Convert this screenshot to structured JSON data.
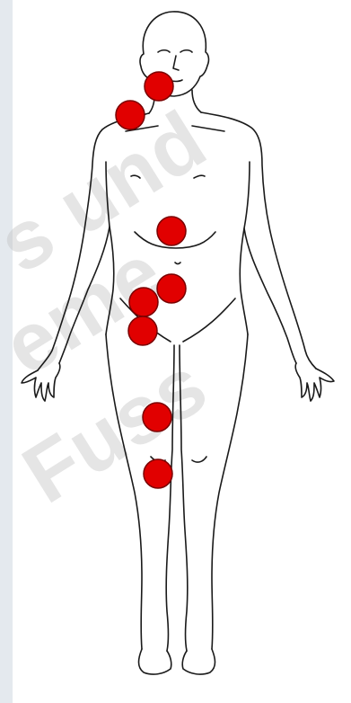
{
  "watermark": {
    "line1": "s und",
    "line2": "eme",
    "line3": "Fuss"
  },
  "colors": {
    "background": "#ffffff",
    "side_strip": "#e4e9ee",
    "outline": "#1a1a1a",
    "marker_fill": "#e10000",
    "marker_stroke": "#7a0000"
  },
  "markers": [
    {
      "name": "marker-jaw"
    },
    {
      "name": "marker-neck-shoulder"
    },
    {
      "name": "marker-abdomen"
    },
    {
      "name": "marker-groin"
    },
    {
      "name": "marker-upper-thigh-1"
    },
    {
      "name": "marker-upper-thigh-2"
    },
    {
      "name": "marker-lower-thigh"
    },
    {
      "name": "marker-knee"
    }
  ]
}
